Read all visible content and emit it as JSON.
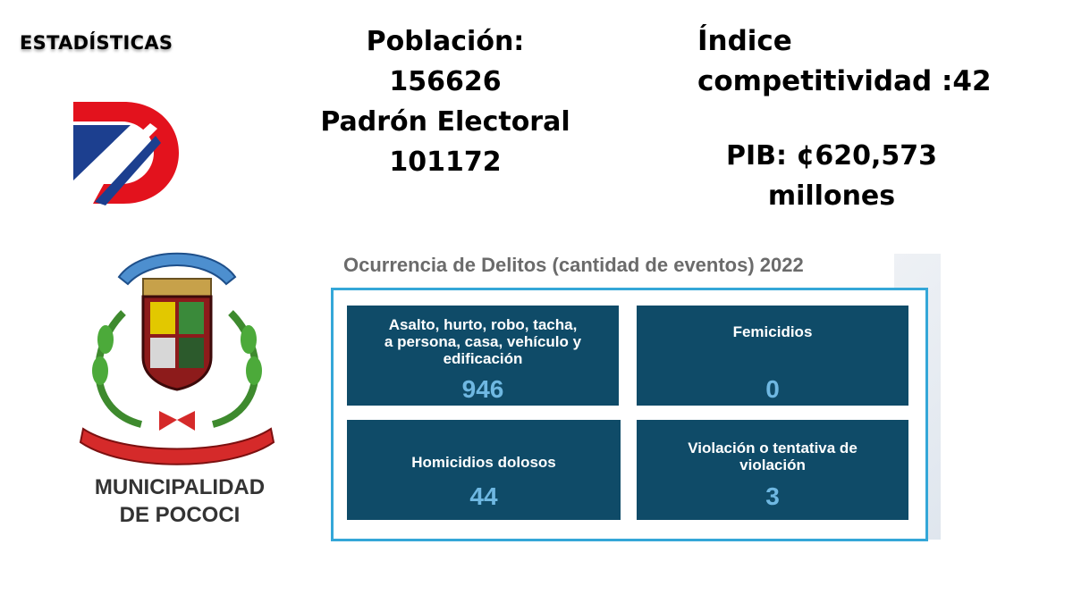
{
  "header": {
    "title": "ESTADÍSTICAS"
  },
  "stats": {
    "poblacion_label": "Población:",
    "poblacion_value": "156626",
    "padron_label": "Padrón Electoral",
    "padron_value": "101172",
    "indice_line1": "Índice",
    "indice_line2": "competitividad :42",
    "pib_line1": "PIB:  ¢620,573",
    "pib_line2": "millones"
  },
  "municipality": {
    "line1": "MUNICIPALIDAD",
    "line2": "DE POCOCI"
  },
  "crimes": {
    "title": "Ocurrencia de Delitos (cantidad de eventos) 2022",
    "cards": [
      {
        "label": "Asalto, hurto, robo, tacha, a persona, casa, vehículo y edificación",
        "value": "946"
      },
      {
        "label": "Femicidios",
        "value": "0"
      },
      {
        "label": "Homicidios dolosos",
        "value": "44"
      },
      {
        "label": "Violación o tentativa de violación",
        "value": "3"
      }
    ]
  },
  "colors": {
    "card_bg": "#0f4b68",
    "card_value": "#6fb8e2",
    "frame": "#34a7d8",
    "logo_red": "#e3121d",
    "logo_blue": "#1c3f8f"
  },
  "icons": {
    "logo": "d-logo-icon",
    "coat": "coat-of-arms-icon"
  }
}
